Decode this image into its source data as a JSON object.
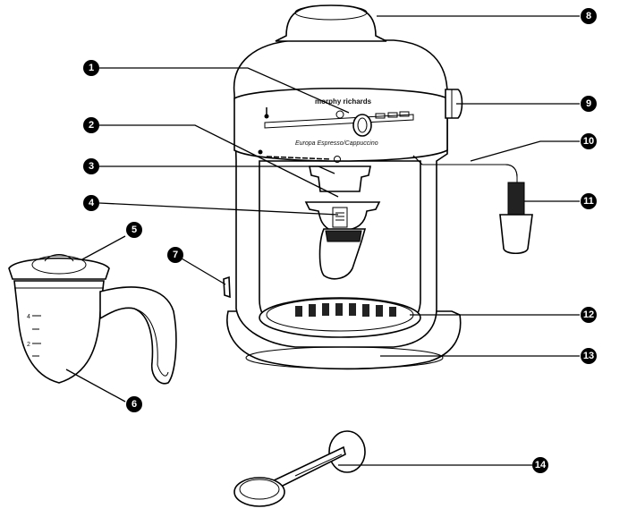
{
  "brand": "morphy richards",
  "model": "Europa Espresso/Cappuccino",
  "jug_marks": [
    "4",
    "2"
  ],
  "drip_tray_labels": [
    "",
    ""
  ],
  "callouts": [
    "1",
    "2",
    "3",
    "4",
    "5",
    "6",
    "7",
    "8",
    "9",
    "10",
    "11",
    "12",
    "13",
    "14"
  ]
}
